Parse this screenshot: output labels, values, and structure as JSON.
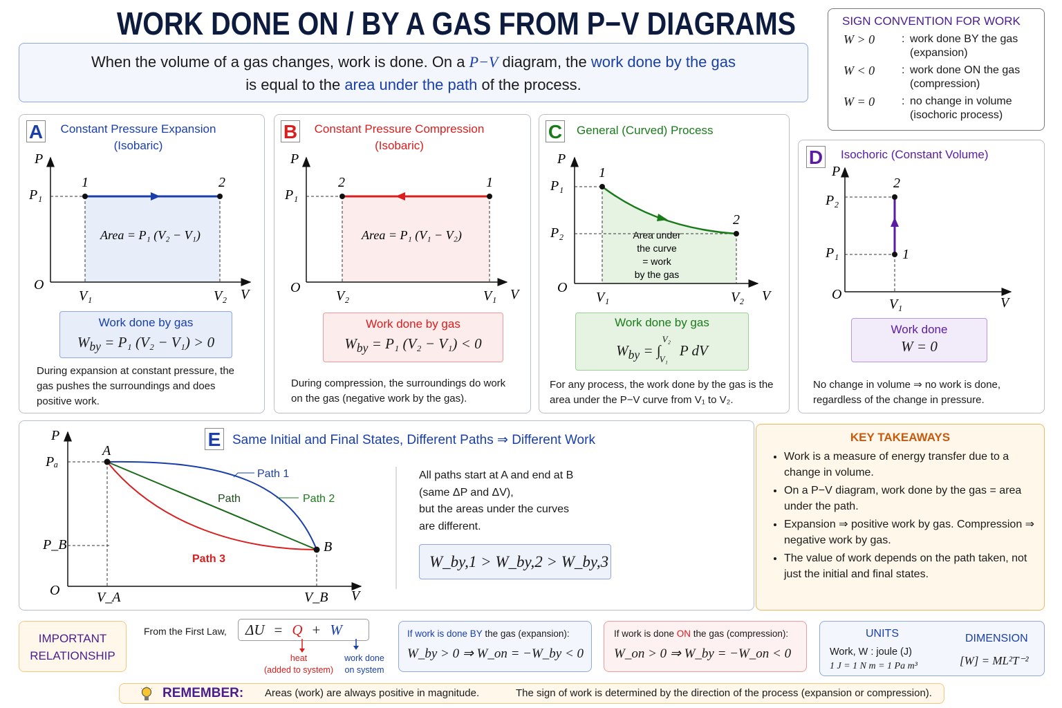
{
  "title": "WORK DONE ON / BY A GAS FROM P−V DIAGRAMS",
  "intro": {
    "t1": "When the volume of a gas changes, work is done. On a ",
    "pv": "P−V",
    "t2": " diagram, the ",
    "hl1": "work done by the gas",
    "t3": "is equal to the ",
    "hl2": "area under the path",
    "t4": " of the process."
  },
  "sign": {
    "title": "SIGN CONVENTION FOR WORK",
    "rows": [
      {
        "lhs": "W > 0",
        "desc": "work done BY the gas (expansion)"
      },
      {
        "lhs": "W < 0",
        "desc": "work done ON the gas (compression)"
      },
      {
        "lhs": "W = 0",
        "desc": "no change in volume (isochoric process)"
      }
    ]
  },
  "panelA": {
    "badge": "A",
    "title": "Constant Pressure Expansion",
    "subtitle": "(Isobaric)",
    "p": "P",
    "p1": "P₁",
    "o": "O",
    "v1": "V₁",
    "v2": "V₂",
    "v": "V",
    "pt1": "1",
    "pt2": "2",
    "area": "Area = P₁ (V₂ − V₁)",
    "box_title": "Work done by gas",
    "w": "W",
    "sub": "by",
    "formula": " = P₁ (V₂ − V₁) > 0",
    "desc": "During expansion at constant pressure, the gas pushes the surroundings and does positive work.",
    "color": "#1a3fa8"
  },
  "panelB": {
    "badge": "B",
    "title": "Constant Pressure Compression",
    "subtitle": "(Isobaric)",
    "p": "P",
    "p1": "P₁",
    "o": "O",
    "v1": "V₁",
    "v2": "V₂",
    "v": "V",
    "pt1": "1",
    "pt2": "2",
    "area": "Area = P₁ (V₁ − V₂)",
    "box_title": "Work done by gas",
    "w": "W",
    "sub": "by",
    "formula": " = P₁ (V₂ − V₁) < 0",
    "desc": "During compression, the surroundings do work on the gas (negative work by the gas).",
    "color": "#d81e1e"
  },
  "panelC": {
    "badge": "C",
    "title": "General (Curved) Process",
    "p": "P",
    "p1": "P₁",
    "p2": "P₂",
    "o": "O",
    "v1": "V₁",
    "v2": "V₂",
    "v": "V",
    "pt1": "1",
    "pt2": "2",
    "area": [
      "Area under",
      "the curve",
      "= work",
      "by the gas"
    ],
    "box_title": "Work done by gas",
    "w": "W",
    "sub": "by",
    "formula": " = ∫ P dV",
    "lim_top": "V₂",
    "lim_bot": "V₁",
    "desc": "For any process, the work done by the gas is the area under the P−V curve from V₁ to V₂.",
    "color": "#1a7a1a"
  },
  "panelD": {
    "badge": "D",
    "title": "Isochoric (Constant Volume)",
    "p": "P",
    "p1": "P₁",
    "p2": "P₂",
    "o": "O",
    "v1": "V₁",
    "v": "V",
    "pt1": "1",
    "pt2": "2",
    "box_title": "Work done",
    "formula": "W = 0",
    "desc": "No change in volume ⇒ no work is done, regardless of the change in pressure.",
    "color": "#5a1ca0"
  },
  "panelE": {
    "badge": "E",
    "title": "Same Initial and Final States, Different Paths ⇒ Different Work",
    "p": "P",
    "pa": "Pₐ",
    "pb": "P_B",
    "o": "O",
    "va": "V_A",
    "vb": "V_B",
    "v": "V",
    "a": "A",
    "b": "B",
    "path1": "Path 1",
    "path": "Path",
    "path2": "Path 2",
    "path3": "Path 3",
    "text": [
      "All paths start at A and end at B",
      "(same ΔP and ΔV),",
      "but the areas under the curves",
      "are different."
    ],
    "formula": "W_by,1 > W_by,2 > W_by,3"
  },
  "takeaways": {
    "title": "KEY TAKEAWAYS",
    "items": [
      "Work is a measure of energy transfer due to a change in volume.",
      "On a P−V diagram, work done by the gas = area under the path.",
      "Expansion ⇒ positive work by gas. Compression ⇒ negative work by gas.",
      "The value of work depends on the path taken, not just the initial and final states."
    ]
  },
  "relationship": {
    "label": "IMPORTANT RELATIONSHIP",
    "lead": "From the First Law,",
    "du": "ΔU",
    "eq": "=",
    "q": "Q",
    "plus": "+",
    "w": "W",
    "heat": "heat",
    "heat2": "(added to system)",
    "wd": "work done",
    "wd2": "on system"
  },
  "by_box": {
    "pre": "If work is done ",
    "kw": "BY",
    "post": " the gas (expansion):",
    "formula": "W_by > 0  ⇒  W_on = −W_by < 0"
  },
  "on_box": {
    "pre": "If work is done ",
    "kw": "ON",
    "post": " the gas (compression):",
    "formula": "W_on > 0  ⇒  W_by = −W_on < 0"
  },
  "units": {
    "title": "UNITS",
    "line1": "Work, W : joule (J)",
    "line2": "1 J = 1 N m = 1 Pa m³",
    "dim_title": "DIMENSION",
    "dim": "[W] = ML²T⁻²"
  },
  "remember": {
    "label": "REMEMBER:",
    "t1": "Areas (work) are always positive in magnitude.",
    "t2": "The sign of work is determined by the direction of the process (expansion or compression)."
  }
}
